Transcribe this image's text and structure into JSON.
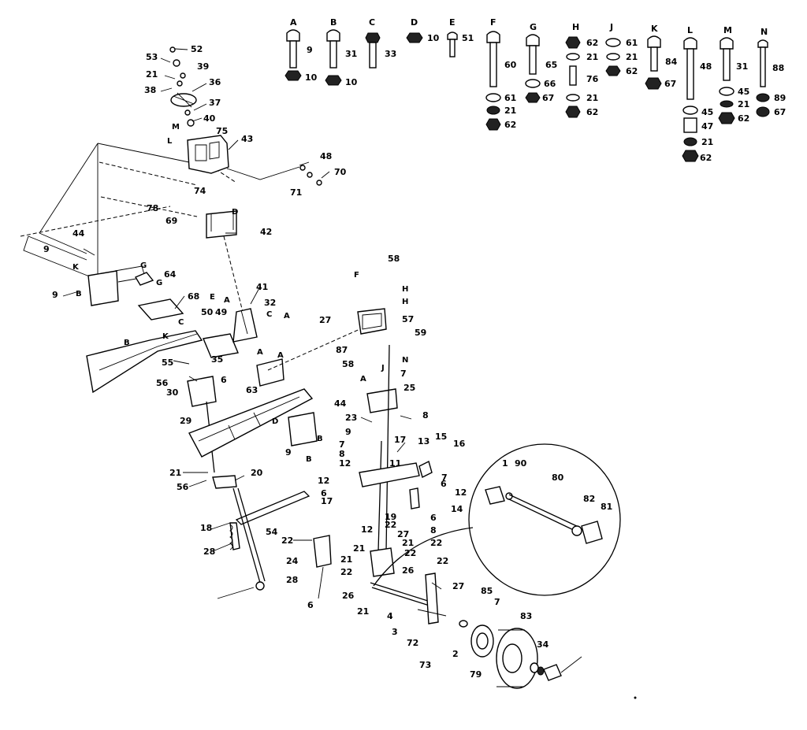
{
  "colors": {
    "ink": "#000000",
    "paper": "#ffffff"
  },
  "hardware": [
    {
      "letter": "A",
      "parts": [
        "9",
        "10"
      ]
    },
    {
      "letter": "B",
      "parts": [
        "31",
        "10"
      ]
    },
    {
      "letter": "C",
      "parts": [
        "33"
      ]
    },
    {
      "letter": "D",
      "parts": [
        "10"
      ]
    },
    {
      "letter": "E",
      "parts": [
        "51"
      ]
    },
    {
      "letter": "F",
      "parts": [
        "60",
        "61",
        "21",
        "62"
      ]
    },
    {
      "letter": "G",
      "parts": [
        "65",
        "66",
        "67"
      ]
    },
    {
      "letter": "H",
      "parts": [
        "62",
        "21",
        "76",
        "21",
        "62"
      ]
    },
    {
      "letter": "J",
      "parts": [
        "61",
        "21",
        "62"
      ]
    },
    {
      "letter": "K",
      "parts": [
        "84",
        "67"
      ]
    },
    {
      "letter": "L",
      "parts": [
        "48",
        "45",
        "47",
        "21",
        "62"
      ]
    },
    {
      "letter": "M",
      "parts": [
        "31",
        "45",
        "21",
        "62"
      ]
    },
    {
      "letter": "N",
      "parts": [
        "88",
        "89",
        "67"
      ]
    }
  ],
  "callouts": [
    "52",
    "53",
    "39",
    "21",
    "36",
    "38",
    "37",
    "40",
    "75",
    "43",
    "M",
    "L",
    "74",
    "48",
    "70",
    "71",
    "78",
    "69",
    "D",
    "42",
    "44",
    "9",
    "K",
    "9",
    "B",
    "G",
    "64",
    "G",
    "68",
    "E",
    "A",
    "50",
    "49",
    "41",
    "32",
    "C",
    "A",
    "C",
    "K",
    "B",
    "55",
    "35",
    "56",
    "6",
    "30",
    "29",
    "A",
    "A",
    "63",
    "F",
    "58",
    "H",
    "H",
    "27",
    "57",
    "59",
    "87",
    "58",
    "N",
    "J",
    "7",
    "A",
    "25",
    "23",
    "8",
    "44",
    "D",
    "9",
    "B",
    "9",
    "B",
    "17",
    "13",
    "15",
    "16",
    "7",
    "8",
    "12",
    "11",
    "7",
    "6",
    "12",
    "6",
    "12",
    "17",
    "14",
    "12",
    "6",
    "8",
    "22",
    "19",
    "21",
    "20",
    "56",
    "54",
    "18",
    "28",
    "22",
    "21",
    "22",
    "27",
    "21",
    "24",
    "21",
    "22",
    "22",
    "26",
    "28",
    "6",
    "26",
    "21",
    "22",
    "27",
    "4",
    "3",
    "72",
    "73",
    "2",
    "85",
    "7",
    "1",
    "90",
    "80",
    "82",
    "81",
    "83",
    "79",
    "34"
  ]
}
